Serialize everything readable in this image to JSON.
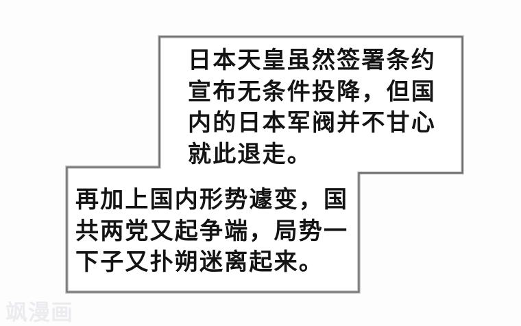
{
  "page": {
    "background_color": "#fdfdfe",
    "text_color": "#141414"
  },
  "panel": {
    "fill_color": "#ffffff",
    "border_dark_color": "#6a6a6a",
    "border_light_color": "#bdbdbd"
  },
  "narration_boxes": [
    {
      "id": "top",
      "lines": [
        "日本天皇虽然签署条约",
        "宣布无条件投降，但国",
        "内的日本军阀并不甘心",
        "就此退走。"
      ]
    },
    {
      "id": "bottom",
      "lines": [
        "再加上国内形势遽变，国",
        "共两党又起争端，局势一",
        "下子又扑朔迷离起来。"
      ]
    }
  ],
  "watermark": {
    "text": "飒漫画",
    "color": "#ecebef"
  }
}
